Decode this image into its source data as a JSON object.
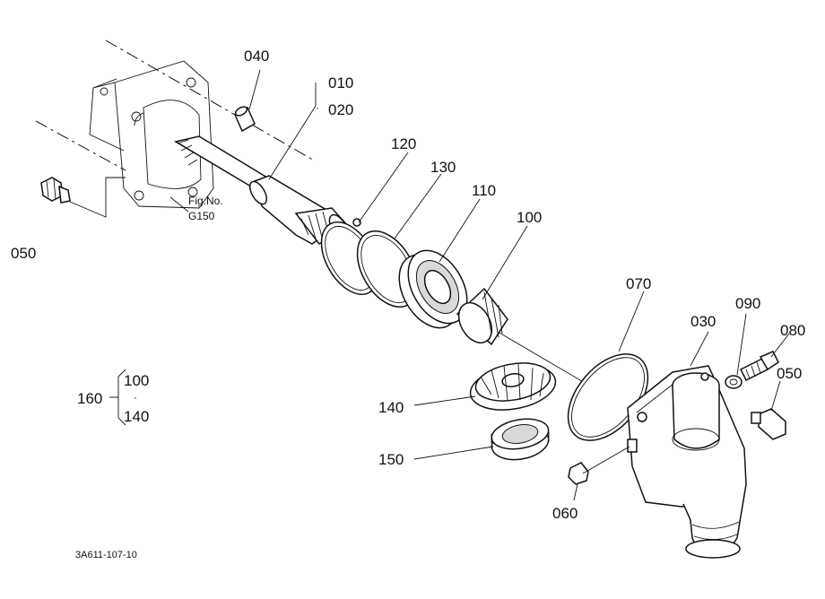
{
  "callouts": {
    "p010": "010",
    "p020": "020",
    "p030": "030",
    "p040": "040",
    "p050_left": "050",
    "p050_right": "050",
    "p060": "060",
    "p070": "070",
    "p080": "080",
    "p090": "090",
    "p100": "100",
    "p110": "110",
    "p120": "120",
    "p130": "130",
    "p140": "140",
    "p150": "150"
  },
  "kit": {
    "number": "160",
    "item_a": "100",
    "item_b": "140"
  },
  "figure_ref": {
    "label": "Fig.No.",
    "number": "G150"
  },
  "drawing_code": "3A611-107-10"
}
